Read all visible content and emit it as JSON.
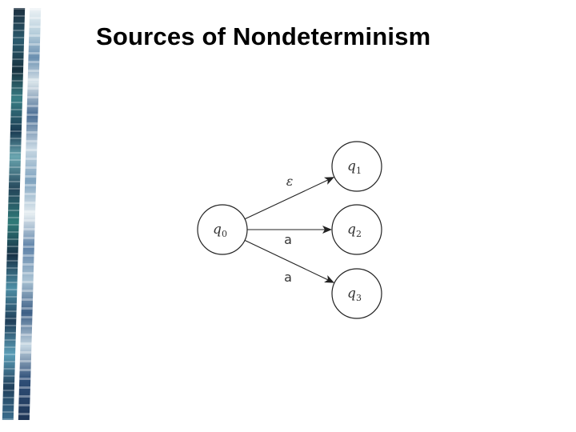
{
  "slide": {
    "title": "Sources of Nondeterminism"
  },
  "automaton": {
    "states": [
      {
        "id": "q0",
        "base": "q",
        "sub": "0"
      },
      {
        "id": "q1",
        "base": "q",
        "sub": "1"
      },
      {
        "id": "q2",
        "base": "q",
        "sub": "2"
      },
      {
        "id": "q3",
        "base": "q",
        "sub": "3"
      }
    ],
    "transitions": [
      {
        "from": "q0",
        "to": "q1",
        "label": "ε"
      },
      {
        "from": "q0",
        "to": "q2",
        "label": "a"
      },
      {
        "from": "q0",
        "to": "q3",
        "label": "a"
      }
    ]
  }
}
